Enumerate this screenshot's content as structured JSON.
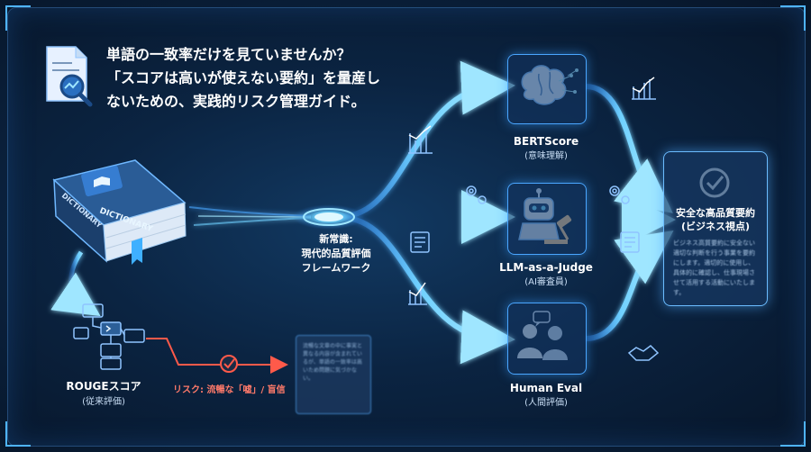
{
  "headline": {
    "line1": "単語の一致率だけを見ていませんか？",
    "line2": "「スコアは高いが使えない要約」を量産し",
    "line3": "ないための、実践的リスク管理ガイド。"
  },
  "dictionary": {
    "cover_text": "DICTIONARY",
    "spine_text": "DICTIONARY"
  },
  "rouge": {
    "title": "ROUGEスコア",
    "subtitle": "(従来評価)"
  },
  "risk_text": "リスク: 流暢な「嘘」/ 盲信",
  "blurred_summary": "流暢な文章の中に事実と異なる内容が含まれているが、単語の一致率は高いため問題に気づかない。",
  "center": {
    "line1": "新常識:",
    "line2": "現代的品質評価",
    "line3": "フレームワーク"
  },
  "methods": [
    {
      "title": "BERTScore",
      "subtitle": "(意味理解)",
      "icon": "brain-icon"
    },
    {
      "title": "LLM-as-a-Judge",
      "subtitle": "(AI審査員)",
      "icon": "robot-judge-icon"
    },
    {
      "title": "Human Eval",
      "subtitle": "(人間評価)",
      "icon": "people-chat-icon"
    }
  ],
  "result": {
    "title1": "安全な高品質要約",
    "title2": "(ビジネス視点)",
    "body": "ビジネス高質要約に安全ない適切な判断を行う事業を要約にします。適切的に使用し、具体的に確認し、仕事現場させて活用する活動にいたします。"
  },
  "colors": {
    "accent": "#4aa6ff",
    "glow": "#6fd0ff",
    "risk": "#ff5a4a",
    "background": "#0b2442"
  }
}
